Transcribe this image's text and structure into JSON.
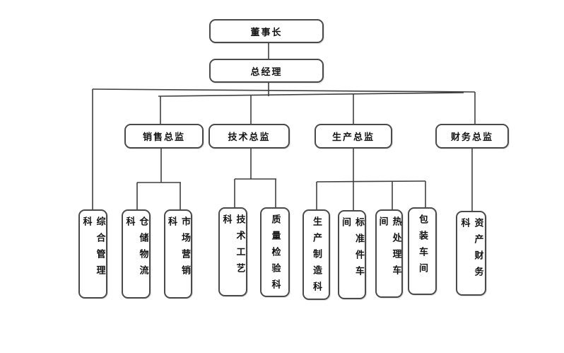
{
  "page": {
    "background_color": "#ffffff",
    "line_color": "#3f3f3f",
    "box_border_color": "#4a4a4a"
  },
  "org_chart": {
    "type": "organizational-chart",
    "nodes": {
      "chairman": "董事长",
      "general_manager": "总经理",
      "sales_director": "销售总监",
      "tech_director": "技术总监",
      "production_director": "生产总监",
      "finance_director": "财务总监",
      "general_admin": "综合管理科",
      "warehouse_logistics": "仓储物流科",
      "marketing": "市场营销科",
      "tech_process": "技术工艺科",
      "quality_inspection": "质量检验科",
      "production_mfg": "生产制造科",
      "standard_parts": "标准件车间",
      "heat_treatment": "热处理车间",
      "packaging": "包装车间",
      "asset_finance": "资产财务科"
    },
    "hierarchy": {
      "董事长": [
        "总经理"
      ],
      "总经理": [
        "综合管理科",
        "销售总监",
        "技术总监",
        "生产总监",
        "财务总监"
      ],
      "销售总监": [
        "仓储物流科",
        "市场营销科"
      ],
      "技术总监": [
        "技术工艺科",
        "质量检验科"
      ],
      "生产总监": [
        "生产制造科",
        "标准件车间",
        "热处理车间",
        "包装车间"
      ],
      "财务总监": [
        "资产财务科"
      ]
    }
  }
}
